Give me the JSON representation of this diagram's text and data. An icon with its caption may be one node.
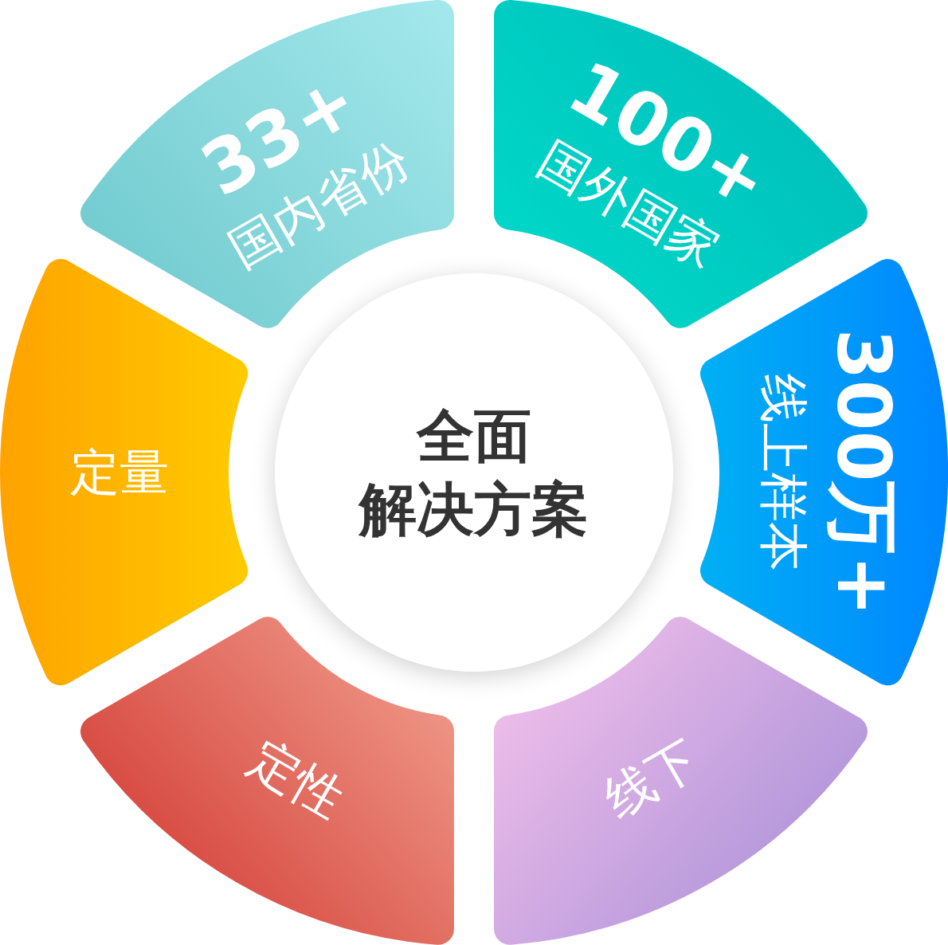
{
  "diagram": {
    "nodes": [
      {
        "text": [
          "全面",
          "解决方案"
        ]
      },
      {
        "text": [
          "33+",
          "国内省份"
        ]
      },
      {
        "text": [
          "100+",
          "国外国家"
        ]
      },
      {
        "text": [
          "300万+",
          "线上样本"
        ]
      },
      {
        "text": [
          "线下"
        ]
      },
      {
        "text": [
          "定性"
        ]
      },
      {
        "text": [
          "定量"
        ]
      }
    ]
  }
}
